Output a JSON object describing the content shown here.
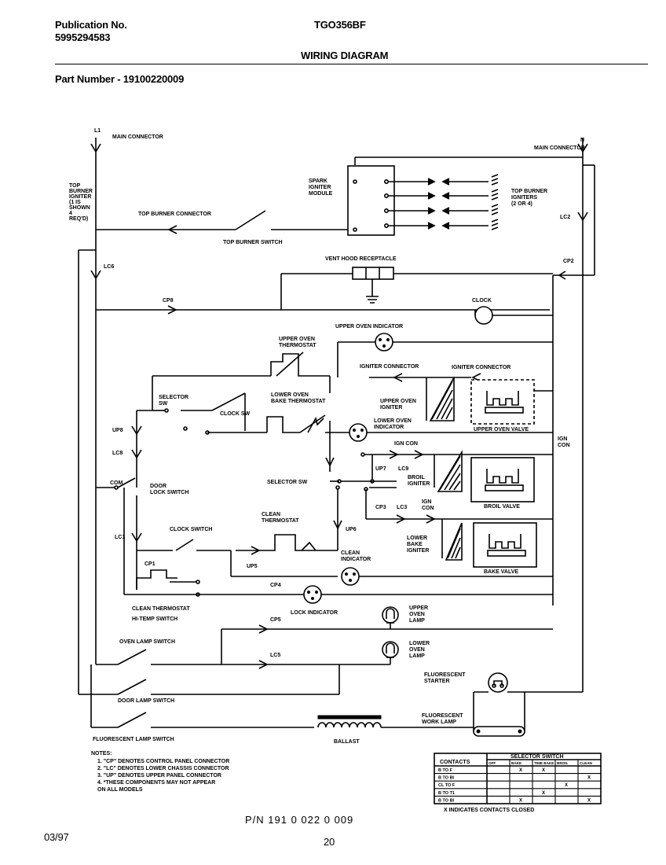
{
  "header": {
    "publication_label": "Publication No.",
    "publication_no": "5995294583",
    "model": "TGO356BF",
    "title": "WIRING DIAGRAM",
    "part_number": "Part Number - 19100220009"
  },
  "labels": {
    "l1": "L1",
    "main_connector_left": "MAIN CONNECTOR",
    "n": "N",
    "main_connector_right": "MAIN CONNECTOR",
    "top_burner_igniter": [
      "TOP",
      "BURNER",
      "IGNITER",
      "(1 IS",
      "SHOWN",
      "4",
      "REQ'D)"
    ],
    "top_burner_connector": "TOP BURNER CONNECTOR",
    "top_burner_switch": "TOP BURNER SWITCH",
    "spark_igniter_module": [
      "SPARK",
      "IGNITER",
      "MODULE"
    ],
    "top_burner_igniters": [
      "TOP BURNER",
      "IGNITERS",
      "(2 OR 4)"
    ],
    "lc2": "LC2",
    "lc6": "LC6",
    "vent_hood_receptacle": "VENT HOOD RECEPTACLE",
    "cp2": "CP2",
    "cp8": "CP8",
    "clock": "CLOCK",
    "upper_oven_indicator": "UPPER OVEN INDICATOR",
    "upper_oven_thermostat": [
      "UPPER OVEN",
      "THERMOSTAT"
    ],
    "igniter_connector_1": "IGNITER CONNECTOR",
    "igniter_connector_2": "IGNITER CONNECTOR",
    "selector_sw_top": [
      "SELECTOR",
      "SW"
    ],
    "clock_sw": "CLOCK SW",
    "lower_oven_bake_thermostat": [
      "LOWER OVEN",
      "BAKE THERMOSTAT"
    ],
    "upper_oven_igniter": [
      "UPPER OVEN",
      "IGNITER"
    ],
    "upper_oven_valve": "UPPER OVEN VALVE",
    "lower_oven_indicator": [
      "LOWER OVEN",
      "INDICATOR"
    ],
    "ign_con_right": [
      "IGN",
      "CON"
    ],
    "up8": "UP8",
    "lc8": "LC8",
    "ign_con": "IGN CON",
    "up7": "UP7",
    "lc9": "LC9",
    "broil_igniter": [
      "BROIL",
      "IGNITER"
    ],
    "broil_valve": "BROIL VALVE",
    "door_lock_switch": [
      "DOOR",
      "LOCK SWITCH"
    ],
    "com": "COM",
    "selector_sw": "SELECTOR SW",
    "cp3": "CP3",
    "lc3": "LC3",
    "ign_con_2": [
      "IGN",
      "CON"
    ],
    "clean_thermostat": [
      "CLEAN",
      "THERMOSTAT"
    ],
    "clock_switch": "CLOCK SWITCH",
    "lc1": "LC1",
    "up6": "UP6",
    "lower_bake_igniter": [
      "LOWER",
      "BAKE",
      "IGNITER"
    ],
    "bake_valve": "BAKE VALVE",
    "cp1": "CP1",
    "up5": "UP5",
    "clean_indicator": [
      "CLEAN",
      "INDICATOR"
    ],
    "clean_thermostat_hi_temp": [
      "CLEAN THERMOSTAT",
      "HI-TEMP SWITCH"
    ],
    "cp4": "CP4",
    "lock_indicator": "LOCK INDICATOR",
    "upper_oven_lamp": [
      "UPPER",
      "OVEN",
      "LAMP"
    ],
    "cp5": "CP5",
    "oven_lamp_switch": "OVEN LAMP SWITCH",
    "lc5": "LC5",
    "lower_oven_lamp": [
      "LOWER",
      "OVEN",
      "LAMP"
    ],
    "fluorescent_starter": [
      "FLUORESCENT",
      "STARTER"
    ],
    "door_lamp_switch": "DOOR LAMP SWITCH",
    "fluorescent_work_lamp": [
      "FLUORESCENT",
      "WORK LAMP"
    ],
    "fluorescent_lamp_switch": "FLUORESCENT LAMP SWITCH",
    "ballast": "BALLAST"
  },
  "notes": {
    "title": "NOTES:",
    "items": [
      "1.  \"CP\" DENOTES CONTROL PANEL CONNECTOR",
      "2.  \"LC\" DENOTES LOWER CHASSIS CONNECTOR",
      "3.  \"UP\" DENOTES UPPER PANEL CONNECTOR",
      "4.  *THESE COMPONENTS MAY NOT APPEAR",
      "      ON ALL MODELS"
    ]
  },
  "contact_table": {
    "header_contacts": "CONTACTS",
    "header_group": "SELECTOR SWITCH",
    "columns": [
      "OFF",
      "BAKE",
      "TIME BAKE",
      "BROIL",
      "CLEAN"
    ],
    "rows": [
      {
        "label": "B TO F",
        "marks": [
          "",
          "X",
          "X",
          "",
          ""
        ]
      },
      {
        "label": "B TO BI",
        "marks": [
          "",
          "",
          "",
          "",
          "X"
        ]
      },
      {
        "label": "CL TO F",
        "marks": [
          "",
          "",
          "",
          "X",
          ""
        ]
      },
      {
        "label": "B TO T1",
        "marks": [
          "",
          "",
          "X",
          "",
          ""
        ]
      },
      {
        "label": "B TO BI",
        "marks": [
          "",
          "X",
          "",
          "",
          "X"
        ]
      }
    ],
    "footnote": "X  INDICATES CONTACTS CLOSED"
  },
  "footer": {
    "part_number": "P/N 191 0 022 0 009",
    "date": "03/97",
    "page": "20"
  }
}
